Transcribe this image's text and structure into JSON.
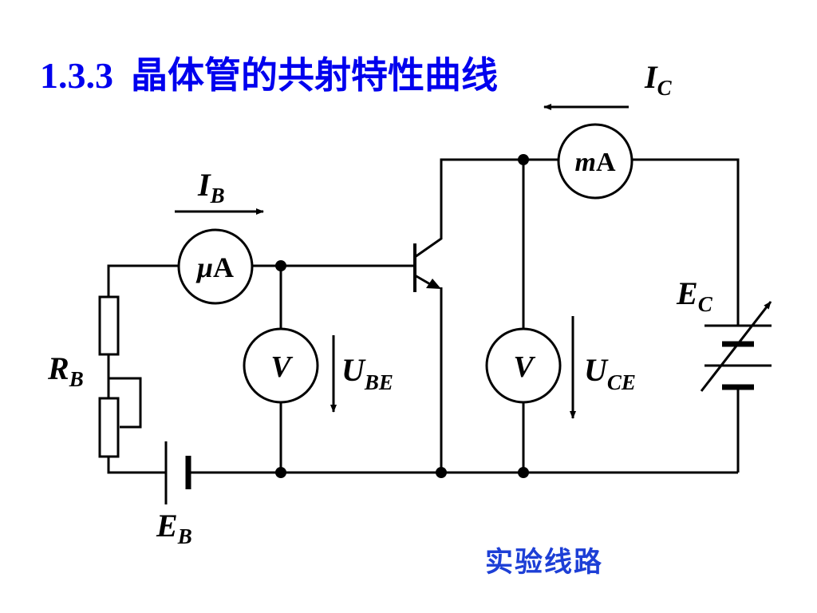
{
  "title": {
    "number": "1.3.3",
    "text": "晶体管的共射特性曲线"
  },
  "caption": "实验线路",
  "meters": {
    "base_ammeter": {
      "prefix": "μ",
      "unit": "A"
    },
    "collector_ammeter": {
      "prefix": "m",
      "unit": "A"
    },
    "base_voltmeter": "V",
    "collector_voltmeter": "V"
  },
  "labels": {
    "ib": {
      "main": "I",
      "sub": "B"
    },
    "ic": {
      "main": "I",
      "sub": "C"
    },
    "rb": {
      "main": "R",
      "sub": "B"
    },
    "eb": {
      "main": "E",
      "sub": "B"
    },
    "ec": {
      "main": "E",
      "sub": "C"
    },
    "ube": {
      "main": "U",
      "sub": "BE"
    },
    "uce": {
      "main": "U",
      "sub": "CE"
    }
  },
  "colors": {
    "title": "#0000ee",
    "caption": "#1d3fd6",
    "wire": "#000000"
  }
}
